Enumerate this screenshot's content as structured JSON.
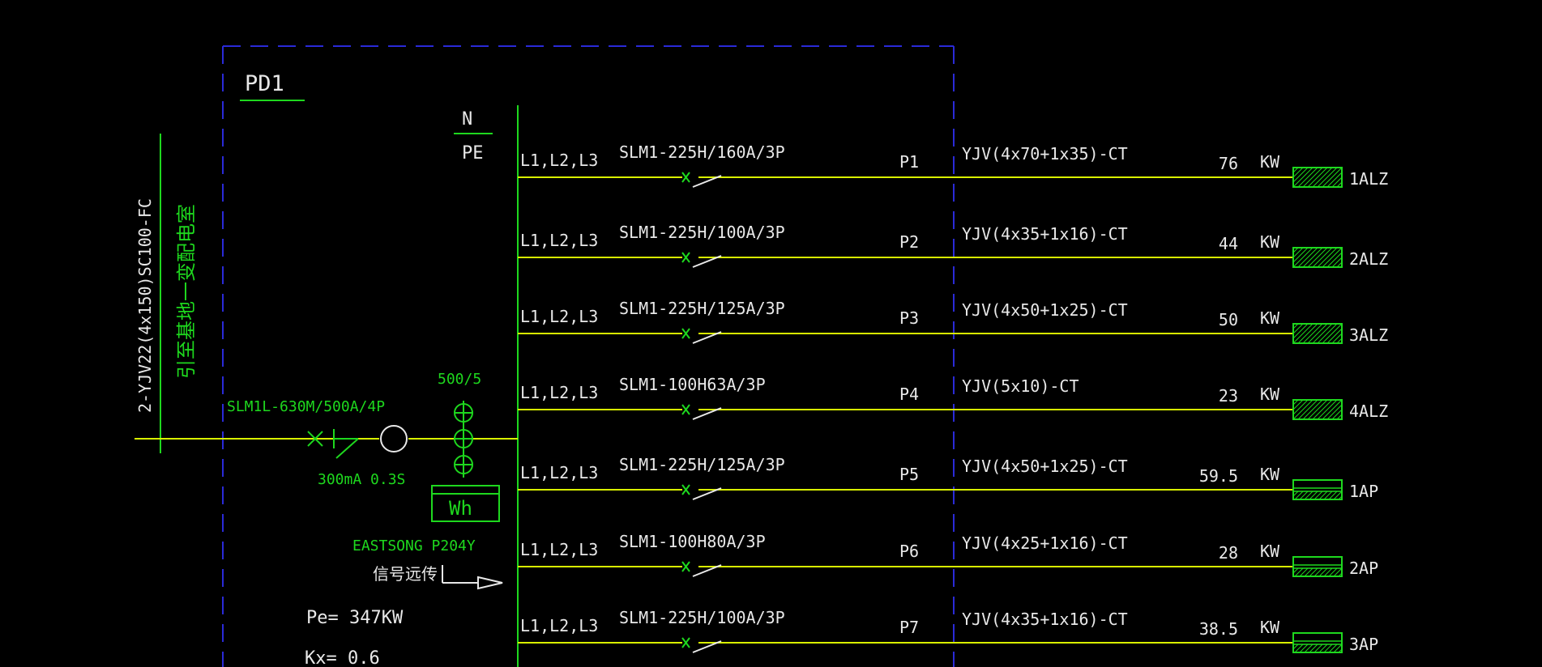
{
  "panel": {
    "name": "PD1",
    "neutral": "N",
    "earth": "PE"
  },
  "incoming": {
    "cable": "2-YJV22(4x150)SC100-FC",
    "source": "引至基地一变配电室",
    "breaker": "SLM1L-630M/500A/4P",
    "rcd": "300mA 0.3S",
    "ct_ratio": "500/5",
    "meter": "Wh",
    "meter_model": "EASTSONG P204Y",
    "signal": "信号远传"
  },
  "load": {
    "pe_label": "Pe= 347KW",
    "kx_label": "Kx= 0.6"
  },
  "circuits": [
    {
      "phases": "L1,L2,L3",
      "breaker": "SLM1-225H/160A/3P",
      "id": "P1",
      "cable": "YJV(4x70+1x35)-CT",
      "power": "76",
      "unit": "KW",
      "load": "1ALZ"
    },
    {
      "phases": "L1,L2,L3",
      "breaker": "SLM1-225H/100A/3P",
      "id": "P2",
      "cable": "YJV(4x35+1x16)-CT",
      "power": "44",
      "unit": "KW",
      "load": "2ALZ"
    },
    {
      "phases": "L1,L2,L3",
      "breaker": "SLM1-225H/125A/3P",
      "id": "P3",
      "cable": "YJV(4x50+1x25)-CT",
      "power": "50",
      "unit": "KW",
      "load": "3ALZ"
    },
    {
      "phases": "L1,L2,L3",
      "breaker": "SLM1-100H63A/3P",
      "id": "P4",
      "cable": "YJV(5x10)-CT",
      "power": "23",
      "unit": "KW",
      "load": "4ALZ"
    },
    {
      "phases": "L1,L2,L3",
      "breaker": "SLM1-225H/125A/3P",
      "id": "P5",
      "cable": "YJV(4x50+1x25)-CT",
      "power": "59.5",
      "unit": "KW",
      "load": "1AP"
    },
    {
      "phases": "L1,L2,L3",
      "breaker": "SLM1-100H80A/3P",
      "id": "P6",
      "cable": "YJV(4x25+1x16)-CT",
      "power": "28",
      "unit": "KW",
      "load": "2AP"
    },
    {
      "phases": "L1,L2,L3",
      "breaker": "SLM1-225H/100A/3P",
      "id": "P7",
      "cable": "YJV(4x35+1x16)-CT",
      "power": "38.5",
      "unit": "KW",
      "load": "3AP"
    }
  ],
  "colors": {
    "background": "#000000",
    "wire": "#d8f000",
    "busbar": "#1ed81e",
    "symbol": "#1ed81e",
    "boundary": "#2a2ad8",
    "text_white": "#e8e8e8",
    "text_green": "#1ed81e"
  }
}
